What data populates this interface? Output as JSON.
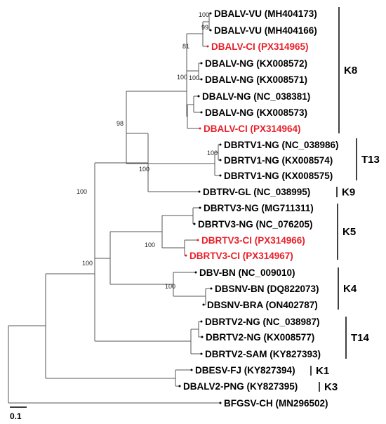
{
  "leaves": [
    {
      "id": "L1",
      "label": "DBALV-VU (MH404173)",
      "highlight": false
    },
    {
      "id": "L2",
      "label": "DBALV-VU (MH404166)",
      "highlight": false
    },
    {
      "id": "L3",
      "label": "DBALV-CI (PX314965)",
      "highlight": true
    },
    {
      "id": "L4",
      "label": "DBALV-NG (KX008572)",
      "highlight": false
    },
    {
      "id": "L5",
      "label": "DBALV-NG (KX008571)",
      "highlight": false
    },
    {
      "id": "L6",
      "label": "DBALV-NG (NC_038381)",
      "highlight": false
    },
    {
      "id": "L7",
      "label": "DBALV-NG (KX008573)",
      "highlight": false
    },
    {
      "id": "L8",
      "label": "DBALV-CI (PX314964)",
      "highlight": true
    },
    {
      "id": "L9",
      "label": "DBRTV1-NG (NC_038986)",
      "highlight": false
    },
    {
      "id": "L10",
      "label": "DBRTV1-NG (KX008574)",
      "highlight": false
    },
    {
      "id": "L11",
      "label": "DBRTV1-NG (KX008575)",
      "highlight": false
    },
    {
      "id": "L12",
      "label": "DBTRV-GL (NC_038995)",
      "highlight": false
    },
    {
      "id": "L13",
      "label": "DBRTV3-NG (MG711311)",
      "highlight": false
    },
    {
      "id": "L14",
      "label": "DBRTV3-NG (NC_076205)",
      "highlight": false
    },
    {
      "id": "L15",
      "label": "DBRTV3-CI (PX314966)",
      "highlight": true
    },
    {
      "id": "L16",
      "label": "DBRTV3-CI (PX314967)",
      "highlight": true
    },
    {
      "id": "L17",
      "label": "DBV-BN (NC_009010)",
      "highlight": false
    },
    {
      "id": "L18",
      "label": "DBSNV-BN (DQ822073)",
      "highlight": false
    },
    {
      "id": "L19",
      "label": "DBSNV-BRA (ON402787)",
      "highlight": false
    },
    {
      "id": "L20",
      "label": "DBRTV2-NG (NC_038987)",
      "highlight": false
    },
    {
      "id": "L21",
      "label": "DBRTV2-NG (KX008577)",
      "highlight": false
    },
    {
      "id": "L22",
      "label": "DBRTV2-SAM (KY827393)",
      "highlight": false
    },
    {
      "id": "L23",
      "label": "DBESV-FJ (KY827394)",
      "highlight": false
    },
    {
      "id": "L24",
      "label": "DBALV2-PNG (KY827395)",
      "highlight": false
    },
    {
      "id": "L25",
      "label": "BFGSV-CH (MN296502)",
      "highlight": false
    }
  ],
  "bootstrap_values": [
    "100",
    "99",
    "81",
    "100",
    "100",
    "98",
    "100",
    "100",
    "100",
    "100",
    "100",
    "100"
  ],
  "clades": [
    {
      "label": "K8",
      "first": "L1",
      "last": "L8"
    },
    {
      "label": "T13",
      "first": "L9",
      "last": "L11"
    },
    {
      "label": "K9",
      "first": "L12",
      "last": "L12"
    },
    {
      "label": "K5",
      "first": "L13",
      "last": "L16"
    },
    {
      "label": "K4",
      "first": "L17",
      "last": "L19"
    },
    {
      "label": "T14",
      "first": "L20",
      "last": "L22"
    },
    {
      "label": "K1",
      "first": "L23",
      "last": "L23"
    },
    {
      "label": "K3",
      "first": "L24",
      "last": "L24"
    }
  ],
  "scale_bar": {
    "label": "0.1"
  },
  "colors": {
    "highlight": "#e8202a",
    "normal": "#000000",
    "branch": "#555555"
  }
}
